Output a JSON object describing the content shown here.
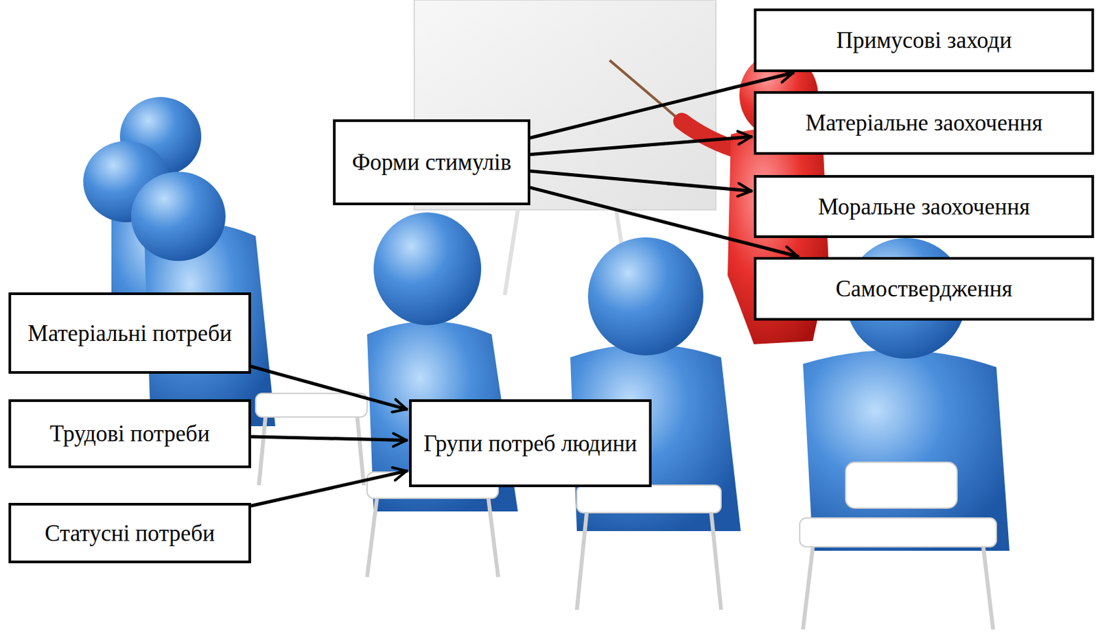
{
  "diagram": {
    "nodes": [
      {
        "text": [
          "Форми стимулів"
        ]
      },
      {
        "text": [
          "Примусові заходи"
        ]
      },
      {
        "text": [
          "Матеріальне заохочення"
        ]
      },
      {
        "text": [
          "Моральне заохочення"
        ]
      },
      {
        "text": [
          "Самоствердження"
        ]
      },
      {
        "text": [
          "Матеріальні потреби"
        ]
      },
      {
        "text": [
          "Трудові потреби"
        ]
      },
      {
        "text": [
          "Статусні потреби"
        ]
      },
      {
        "text": [
          "Групи потреб людини"
        ]
      }
    ],
    "edges": [
      {
        "from": 0,
        "to": 1,
        "arrow": "to"
      },
      {
        "from": 0,
        "to": 2,
        "arrow": "to"
      },
      {
        "from": 0,
        "to": 3,
        "arrow": "to"
      },
      {
        "from": 0,
        "to": 4,
        "arrow": "to"
      },
      {
        "from": 5,
        "to": 8,
        "arrow": "to"
      },
      {
        "from": 6,
        "to": 8,
        "arrow": "to"
      },
      {
        "from": 7,
        "to": 8,
        "arrow": "to"
      }
    ]
  }
}
